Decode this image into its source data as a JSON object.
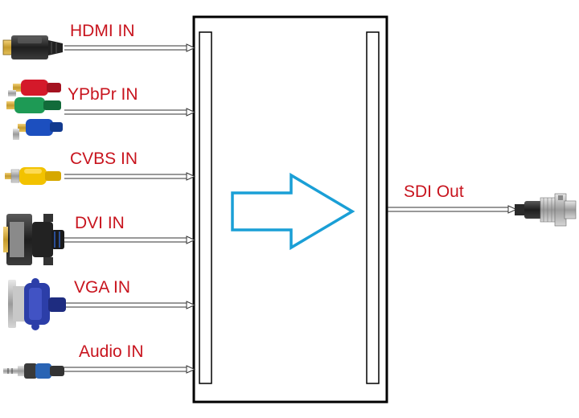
{
  "inputs": [
    {
      "label": "HDMI IN",
      "icon": "hdmi-connector-icon"
    },
    {
      "label": "YPbPr IN",
      "icon": "rca-component-cables-icon"
    },
    {
      "label": "CVBS IN",
      "icon": "rca-composite-cable-icon"
    },
    {
      "label": "DVI IN",
      "icon": "dvi-connector-icon"
    },
    {
      "label": "VGA IN",
      "icon": "vga-connector-icon"
    },
    {
      "label": "Audio IN",
      "icon": "audio-jack-icon"
    }
  ],
  "output": {
    "label": "SDI Out",
    "icon": "bnc-connector-icon"
  },
  "colors": {
    "label_text": "#c8141e",
    "arrow_stroke": "#1a9fd6",
    "box_stroke": "#000000",
    "line": "#333333",
    "rca_yellow": "#f2c200",
    "rca_red": "#d4192a",
    "rca_green": "#1e9a55",
    "rca_blue": "#1c4fbf",
    "vga_blue": "#2c3ea8",
    "audio_blue": "#2a64b4",
    "metal": "#b9b9b9"
  }
}
